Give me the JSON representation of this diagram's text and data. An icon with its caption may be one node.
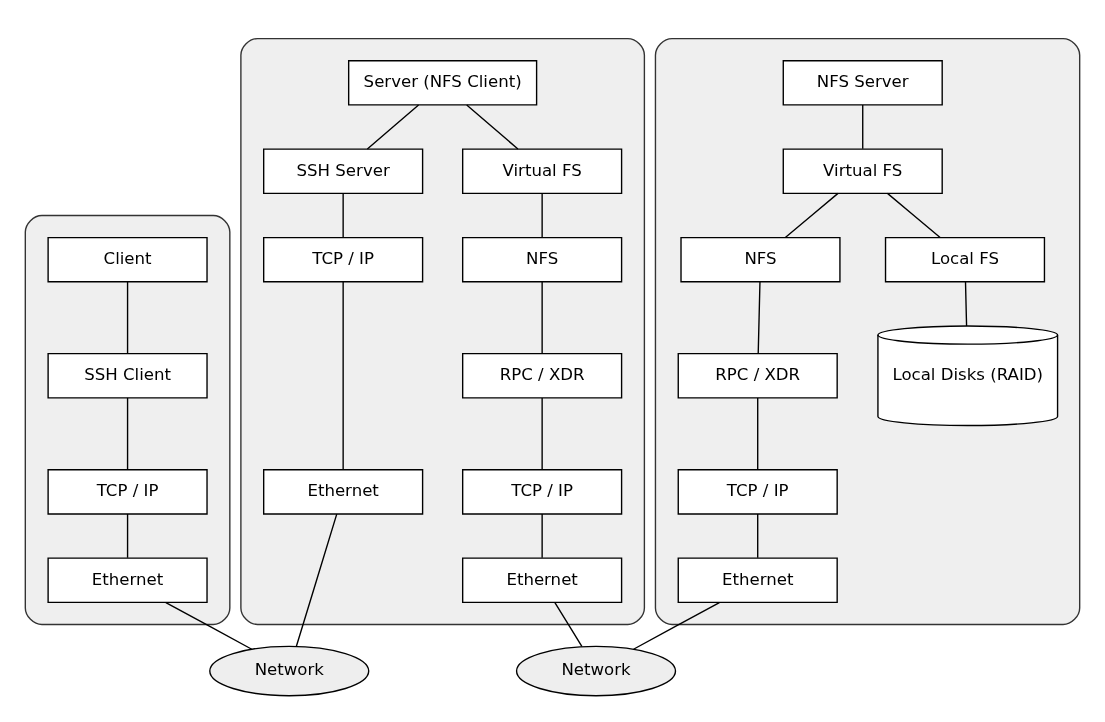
{
  "diagram": {
    "nodes": [
      {
        "text": [],
        "shape": "box"
      },
      {
        "text": [
          "Client"
        ],
        "in": 0
      },
      {
        "text": [
          "SSH Client"
        ],
        "in": 0
      },
      {
        "text": [
          "TCP / IP"
        ],
        "in": 0
      },
      {
        "text": [
          "Ethernet"
        ],
        "in": 0
      },
      {
        "text": [],
        "shape": "box"
      },
      {
        "text": [
          "Server (NFS Client)"
        ],
        "in": 5
      },
      {
        "text": [
          "Virtual FS"
        ],
        "in": 5
      },
      {
        "text": [
          "SSH Server"
        ],
        "in": 5
      },
      {
        "text": [
          "NFS"
        ],
        "in": 5
      },
      {
        "text": [
          "RPC / XDR"
        ],
        "in": 5
      },
      {
        "text": [
          "TCP / IP"
        ],
        "in": 5
      },
      {
        "text": [
          "TCP / IP"
        ],
        "in": 5
      },
      {
        "text": [
          "Ethernet"
        ],
        "in": 5
      },
      {
        "text": [
          "Ethernet"
        ],
        "in": 5
      },
      {
        "text": [],
        "shape": "box"
      },
      {
        "text": [
          "NFS Server"
        ],
        "in": 15
      },
      {
        "text": [
          "Virtual FS"
        ],
        "in": 15
      },
      {
        "text": [
          "NFS"
        ],
        "in": 15
      },
      {
        "text": [
          "Local FS"
        ],
        "in": 15
      },
      {
        "text": [
          "RPC / XDR"
        ],
        "in": 15
      },
      {
        "text": [
          "Local Disks (RAID)"
        ],
        "in": 15
      },
      {
        "text": [
          "TCP / IP"
        ],
        "in": 15
      },
      {
        "text": [
          "Ethernet"
        ],
        "in": 15
      },
      {
        "text": [
          "Network"
        ]
      },
      {
        "text": [
          "Network"
        ]
      }
    ],
    "edges": [
      {
        "from": 1,
        "to": 2,
        "arrow": "none"
      },
      {
        "from": 2,
        "to": 3,
        "arrow": "none"
      },
      {
        "from": 3,
        "to": 4,
        "arrow": "none"
      },
      {
        "from": 6,
        "to": 8,
        "arrow": "none"
      },
      {
        "from": 6,
        "to": 7,
        "arrow": "none"
      },
      {
        "from": 7,
        "to": 9,
        "arrow": "none"
      },
      {
        "from": 9,
        "to": 10,
        "arrow": "none"
      },
      {
        "from": 10,
        "to": 12,
        "arrow": "none"
      },
      {
        "from": 8,
        "to": 11,
        "arrow": "none"
      },
      {
        "from": 11,
        "to": 13,
        "arrow": "none"
      },
      {
        "from": 12,
        "to": 14,
        "arrow": "none"
      },
      {
        "from": 16,
        "to": 17,
        "arrow": "none"
      },
      {
        "from": 17,
        "to": 18,
        "arrow": "none"
      },
      {
        "from": 17,
        "to": 19,
        "arrow": "none"
      },
      {
        "from": 18,
        "to": 20,
        "arrow": "none"
      },
      {
        "from": 19,
        "to": 21,
        "arrow": "none"
      },
      {
        "from": 20,
        "to": 22,
        "arrow": "none"
      },
      {
        "from": 22,
        "to": 23,
        "arrow": "none"
      },
      {
        "from": 4,
        "to": 24,
        "arrow": "none"
      },
      {
        "from": 13,
        "to": 24,
        "arrow": "none"
      },
      {
        "from": 14,
        "to": 25,
        "arrow": "none"
      },
      {
        "from": 23,
        "to": 25,
        "arrow": "none"
      }
    ]
  }
}
